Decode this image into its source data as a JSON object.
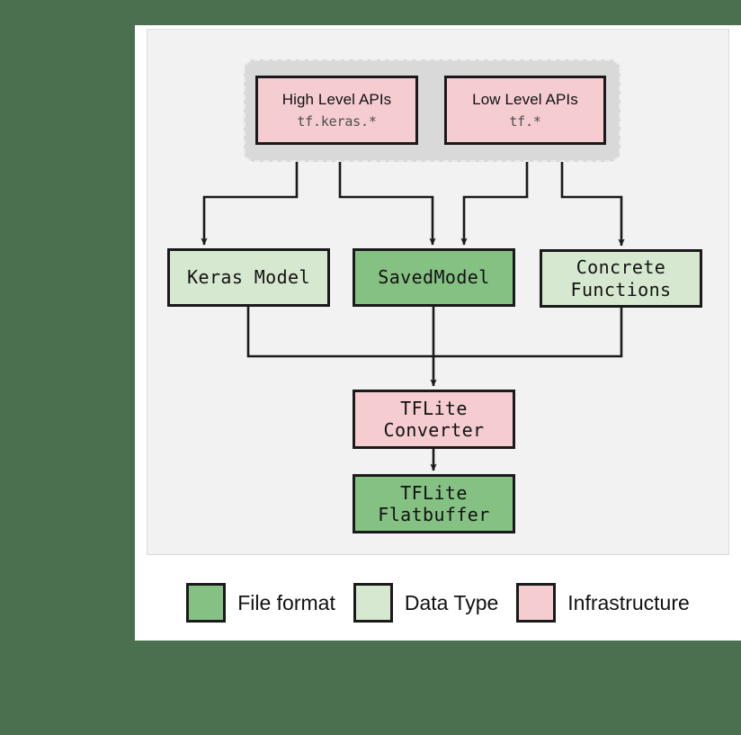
{
  "canvas": {
    "background_color": "#4a704f",
    "card_color": "#ffffff",
    "panel_color": "#f2f2f2"
  },
  "palette": {
    "file_format": "#85c183",
    "data_type": "#d6e8d0",
    "infrastructure": "#f5cdd0",
    "outline": "#1a1a1a",
    "group_background": "#d9d9d9"
  },
  "diagram": {
    "group": {
      "name": "api-group",
      "style": "dashed rounded container"
    },
    "nodes": [
      {
        "id": "high-level-apis",
        "title": "High Level APIs",
        "subtitle": "tf.keras.*",
        "category": "infrastructure"
      },
      {
        "id": "low-level-apis",
        "title": "Low Level APIs",
        "subtitle": "tf.*",
        "category": "infrastructure"
      },
      {
        "id": "keras-model",
        "title": "Keras Model",
        "category": "data-type"
      },
      {
        "id": "saved-model",
        "title": "SavedModel",
        "category": "file-format"
      },
      {
        "id": "concrete-functions",
        "title": "Concrete\nFunctions",
        "category": "data-type"
      },
      {
        "id": "tflite-converter",
        "title": "TFLite\nConverter",
        "category": "infrastructure"
      },
      {
        "id": "tflite-flatbuffer",
        "title": "TFLite\nFlatbuffer",
        "category": "file-format"
      }
    ],
    "edges": [
      {
        "from": "high-level-apis",
        "to": "keras-model"
      },
      {
        "from": "high-level-apis",
        "to": "saved-model"
      },
      {
        "from": "low-level-apis",
        "to": "saved-model"
      },
      {
        "from": "low-level-apis",
        "to": "concrete-functions"
      },
      {
        "from": "keras-model",
        "to": "tflite-converter"
      },
      {
        "from": "saved-model",
        "to": "tflite-converter"
      },
      {
        "from": "concrete-functions",
        "to": "tflite-converter"
      },
      {
        "from": "tflite-converter",
        "to": "tflite-flatbuffer"
      }
    ]
  },
  "legend": {
    "items": [
      {
        "label": "File format",
        "color": "#85c183"
      },
      {
        "label": "Data Type",
        "color": "#d6e8d0"
      },
      {
        "label": "Infrastructure",
        "color": "#f5cdd0"
      }
    ]
  }
}
